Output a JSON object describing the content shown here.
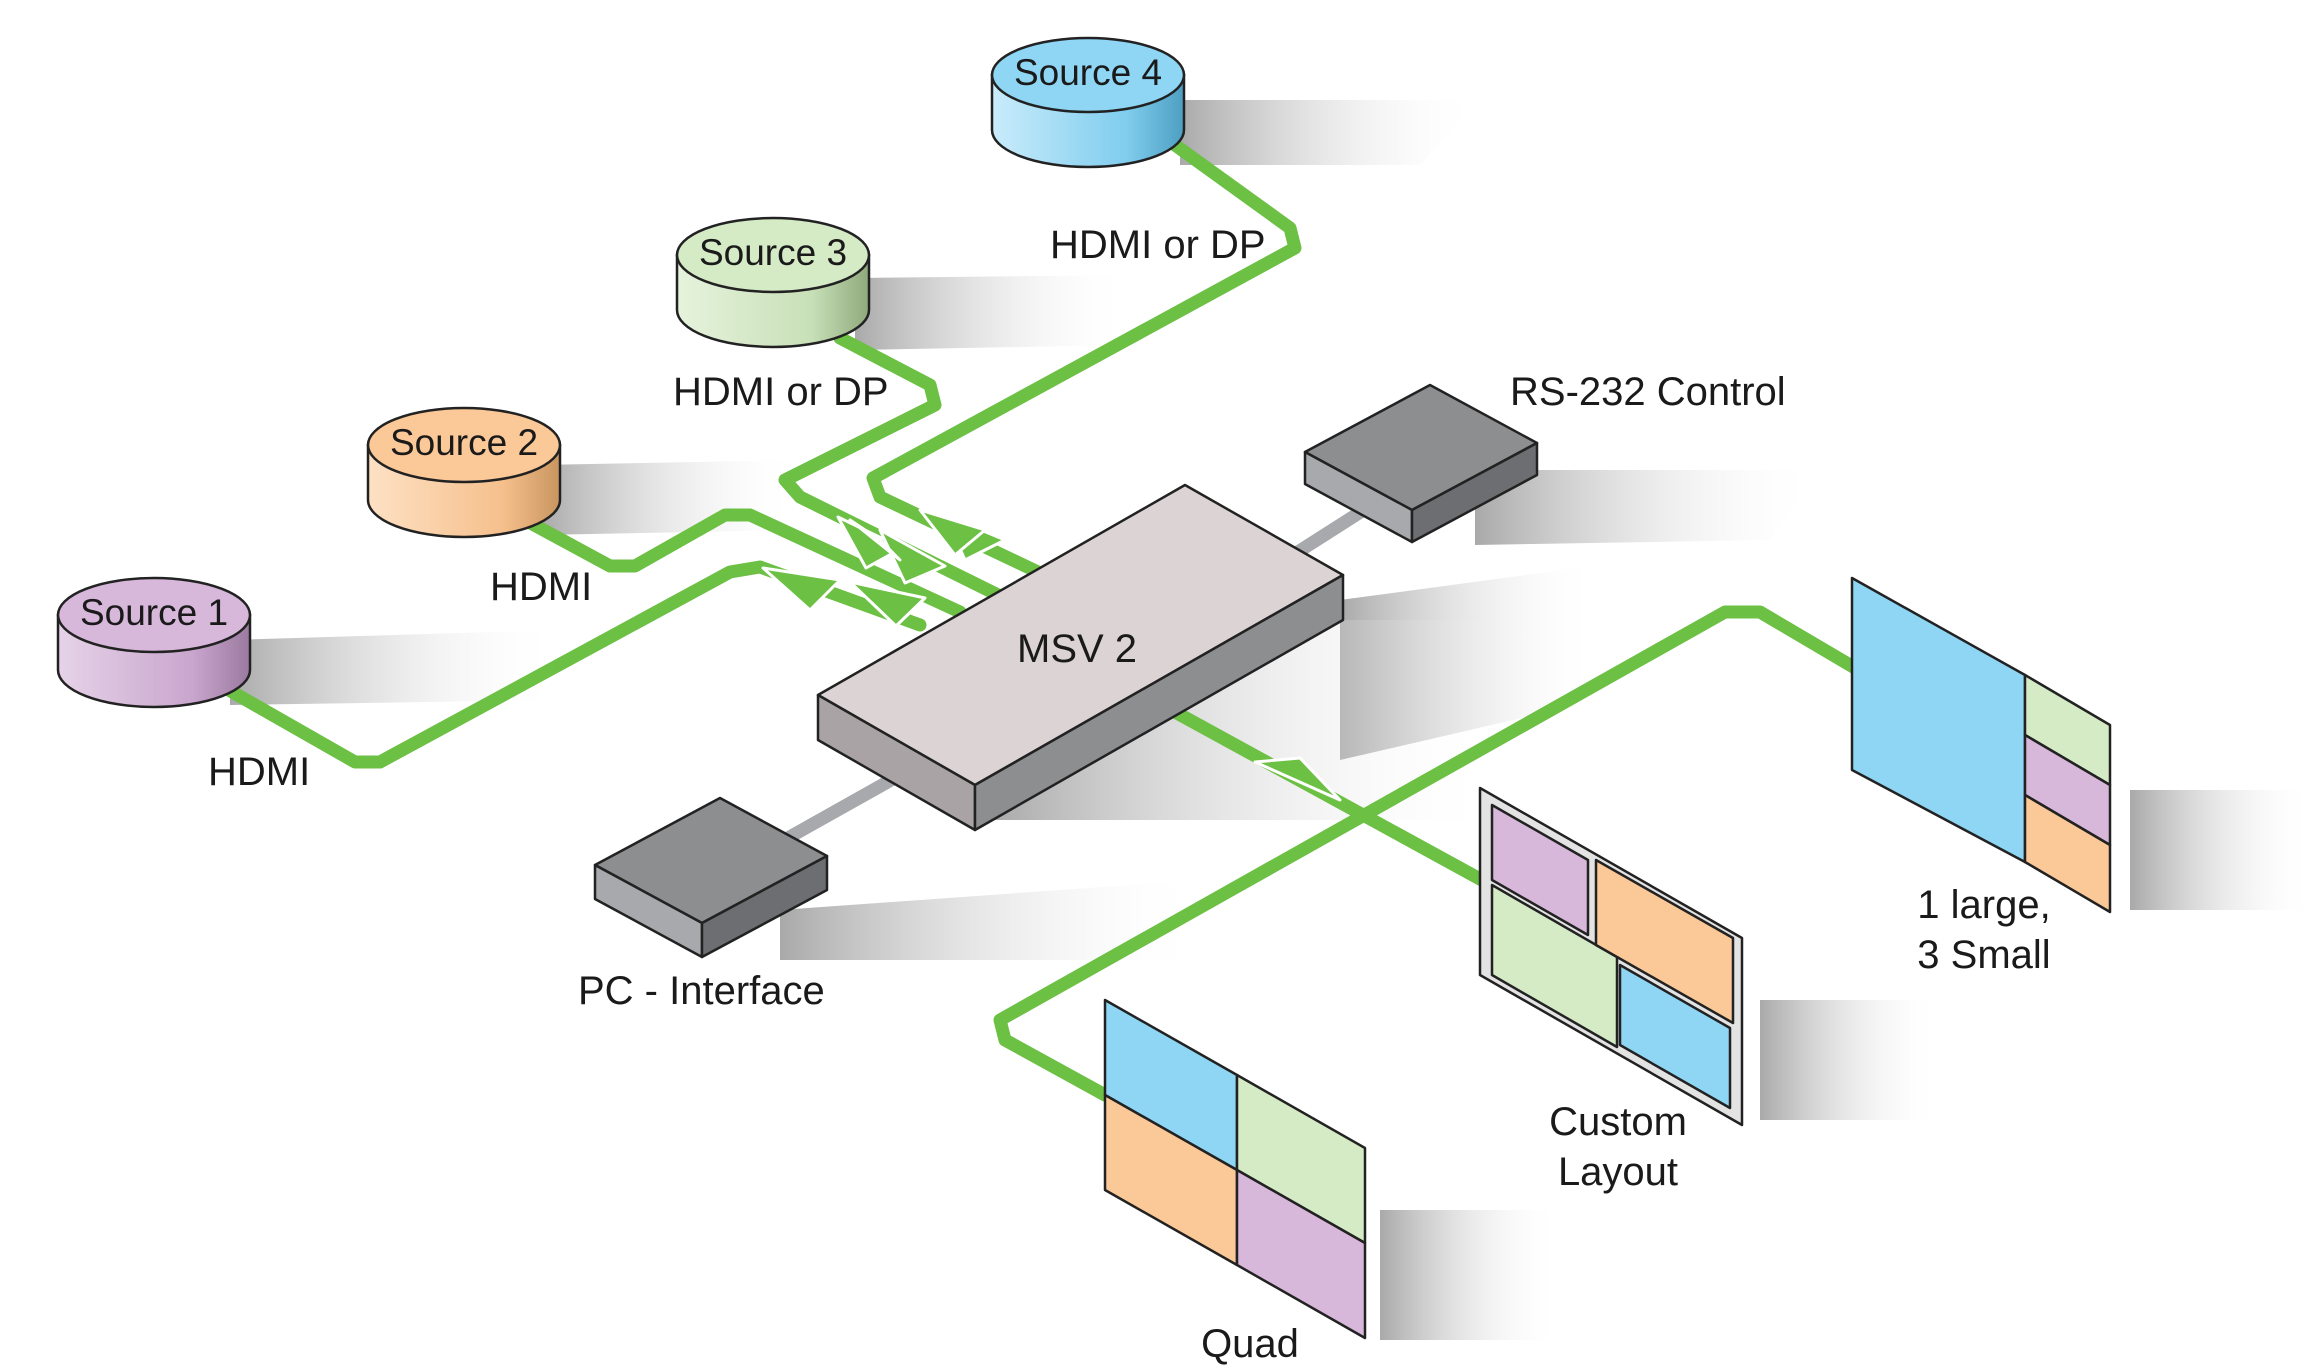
{
  "sources": [
    {
      "label": "Source 1",
      "color": "#d7b7da"
    },
    {
      "label": "Source 2",
      "color": "#fbc898"
    },
    {
      "label": "Source 3",
      "color": "#d4ebc6"
    },
    {
      "label": "Source 4",
      "color": "#8fd6f5"
    }
  ],
  "connections": {
    "source1": "HDMI",
    "source2": "HDMI",
    "source3": "HDMI or DP",
    "source4": "HDMI or DP"
  },
  "devices": {
    "switcher": "MSV 2",
    "rs232": "RS-232 Control",
    "pc": "PC - Interface"
  },
  "outputs": {
    "quad": "Quad",
    "custom_line1": "Custom",
    "custom_line2": "Layout",
    "large_line1": "1 large,",
    "large_line2": "3 Small"
  },
  "colors": {
    "cable": "#6cc044",
    "box_gray": "#8d8e90",
    "switcher_top": "#dcd3d5",
    "panel_blue": "#8fd6f5",
    "panel_green": "#d4ebc6",
    "panel_orange": "#fbc898",
    "panel_purple": "#d7b7da"
  }
}
